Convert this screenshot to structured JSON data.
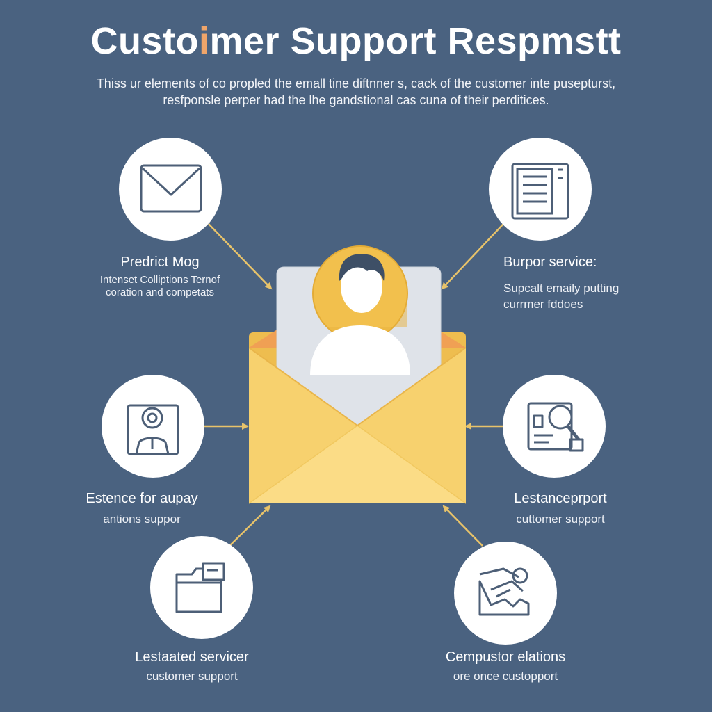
{
  "title": {
    "pre": "Custo",
    "accent": "i",
    "post": "mer Support Respmstt"
  },
  "subtitle": {
    "line1": "Thiss ur elements of co propled the emall tine diftnner s, cack of the customer inte pusepturst,",
    "line2": "resfponsle perper had the lhe gandstional cas cuna of their perditices."
  },
  "nodes": [
    {
      "id": "mail",
      "icon": "mail-icon",
      "heading": "Predrict Mog",
      "sub1": "Intenset Colliptions Ternof",
      "sub2": "coration and competats"
    },
    {
      "id": "document",
      "icon": "document-icon",
      "heading": "Burpor service:",
      "sub1": "Supcalt emaily putting",
      "sub2": "currmer fddoes"
    },
    {
      "id": "profile",
      "icon": "profile-card-icon",
      "heading": "Estence for aupay",
      "sub1": "antions suppor",
      "sub2": ""
    },
    {
      "id": "search",
      "icon": "search-document-icon",
      "heading": "Lestanceprport",
      "sub1": "cuttomer support",
      "sub2": ""
    },
    {
      "id": "folder",
      "icon": "folder-icon",
      "heading": "Lestaated servicer",
      "sub1": "customer support",
      "sub2": ""
    },
    {
      "id": "handshake",
      "icon": "handshake-icon",
      "heading": "Cempustor elations",
      "sub1": "ore once custopport",
      "sub2": ""
    }
  ],
  "colors": {
    "background": "#4a6280",
    "arrow": "#e8c36a",
    "envelope": "#f7d16e",
    "envelope_dark": "#eebd4f",
    "flap_orange": "#f0a054",
    "card": "#dfe3e9",
    "avatar": "#f2c04d",
    "icon_stroke": "#4d5f77"
  }
}
